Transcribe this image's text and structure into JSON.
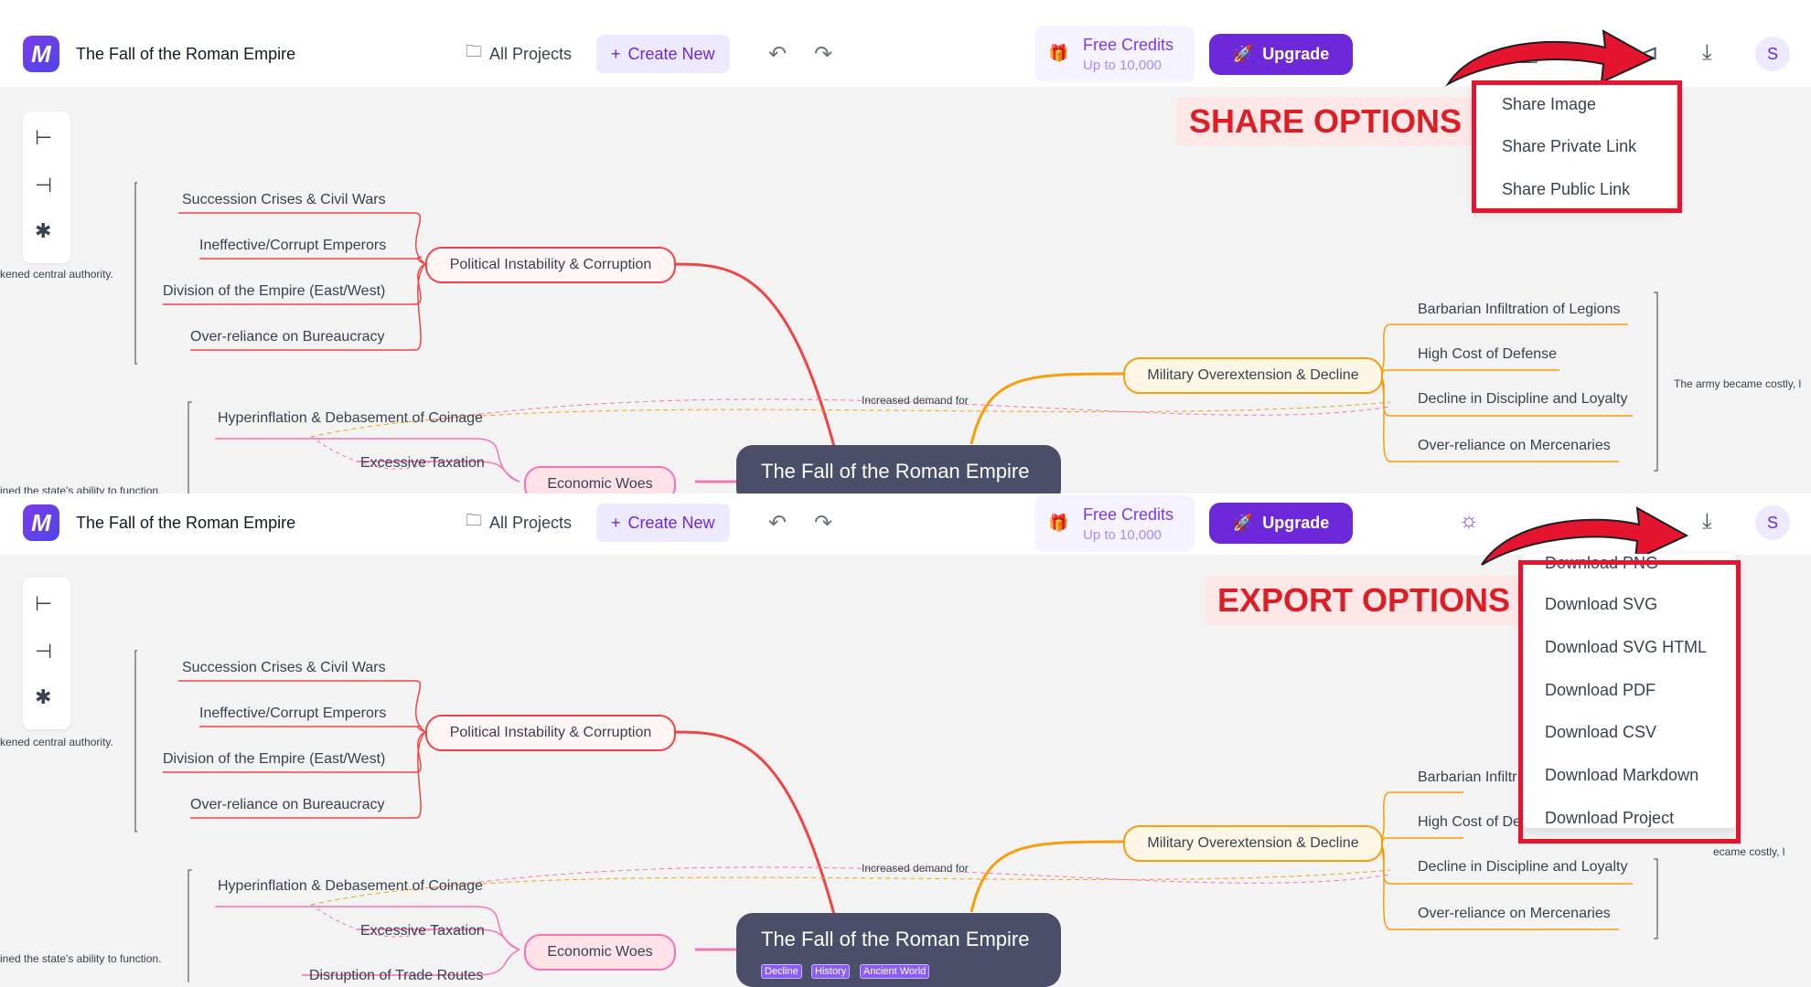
{
  "header": {
    "app_title": "The Fall of the Roman Empire",
    "all_projects": "All Projects",
    "create_new": "Create New",
    "credits_title": "Free Credits",
    "credits_sub": "Up to 10,000",
    "upgrade": "Upgrade",
    "avatar": "S"
  },
  "mindmap": {
    "root": "The Fall of the Roman Empire",
    "tags": [
      "Decline",
      "History",
      "Ancient World"
    ],
    "branches": {
      "political": "Political Instability & Corruption",
      "economic": "Economic Woes",
      "military": "Military Overextension & Decline"
    },
    "political_children": [
      "Succession Crises & Civil Wars",
      "Ineffective/Corrupt Emperors",
      "Division of the Empire (East/West)",
      "Over-reliance on Bureaucracy"
    ],
    "economic_children": [
      "Hyperinflation & Debasement of Coinage",
      "Excessive Taxation",
      "Disruption of Trade Routes"
    ],
    "military_children": [
      "Barbarian Infiltration of Legions",
      "High Cost of Defense",
      "Decline in Discipline and Loyalty",
      "Over-reliance on Mercenaries"
    ],
    "notes": {
      "political": "kened central authority.",
      "economic": "ined the state's ability to function.",
      "military_a": "The army became costly, l",
      "military_b": "ecame costly, l"
    },
    "link_label": "Increased demand for",
    "military_cut_b": [
      "Barbarian Infiltr",
      "High Cost of De"
    ]
  },
  "callouts": {
    "share": "SHARE OPTIONS",
    "export": "EXPORT OPTIONS"
  },
  "share_menu": [
    "Share Image",
    "Share Private Link",
    "Share Public Link"
  ],
  "export_menu": [
    "Download PNG",
    "Download SVG",
    "Download SVG HTML",
    "Download PDF",
    "Download CSV",
    "Download Markdown",
    "Download Project"
  ],
  "colors": {
    "accent": "#6d28d9",
    "political": "#ef4444",
    "economic": "#f472b6",
    "military": "#f59e0b",
    "root": "#4b4e68",
    "callout_red": "#dc1f26"
  },
  "icons": [
    "logo-icon",
    "folder-icon",
    "plus-icon",
    "undo-icon",
    "redo-icon",
    "gift-icon",
    "rocket-icon",
    "theme-icon",
    "template-icon",
    "share-icon",
    "download-icon",
    "layout-right-icon",
    "layout-left-icon",
    "layout-radial-icon",
    "red-arrow-icon"
  ]
}
